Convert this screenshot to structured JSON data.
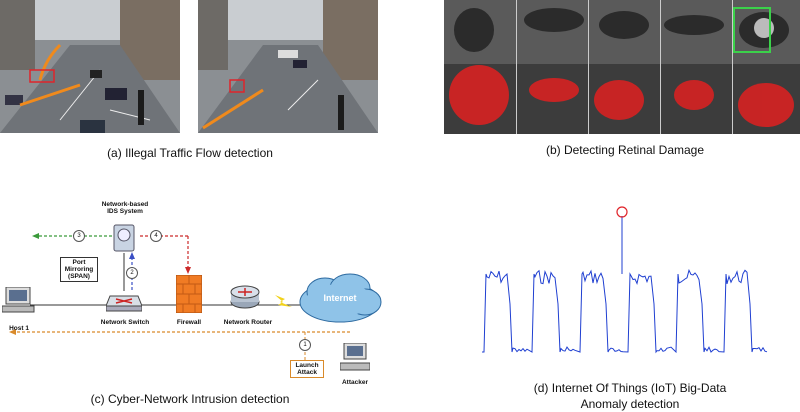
{
  "captions": {
    "a": "(a) Illegal Traffic Flow detection",
    "b": "(b) Detecting Retinal Damage",
    "c": "(c) Cyber-Network Intrusion detection",
    "d_line1": "(d) Internet Of Things (IoT) Big-Data",
    "d_line2": "Anomaly detection"
  },
  "network": {
    "ids_label_line1": "Network-based",
    "ids_label_line2": "IDS System",
    "port_mirroring_line1": "Port",
    "port_mirroring_line2": "Mirroring",
    "port_mirroring_line3": "(SPAN)",
    "host": "Host 1",
    "switch": "Network Switch",
    "firewall": "Firewall",
    "router": "Network Router",
    "internet": "Internet",
    "attacker": "Attacker",
    "launch_line1": "Launch",
    "launch_line2": "Attack",
    "step1": "1",
    "step2": "2",
    "step3": "3",
    "step4": "4"
  },
  "colors": {
    "signal_line": "#1f3fd1",
    "anomaly_marker": "#e0242a",
    "retina_red": "#e02020",
    "retina_box": "#3bd14a",
    "traffic_arrow": "#f08a1c",
    "traffic_box": "#e0242a"
  },
  "icons": [
    "computer-icon",
    "switch-icon",
    "firewall-icon",
    "router-icon",
    "cloud-icon",
    "ids-icon",
    "attacker-computer-icon"
  ]
}
